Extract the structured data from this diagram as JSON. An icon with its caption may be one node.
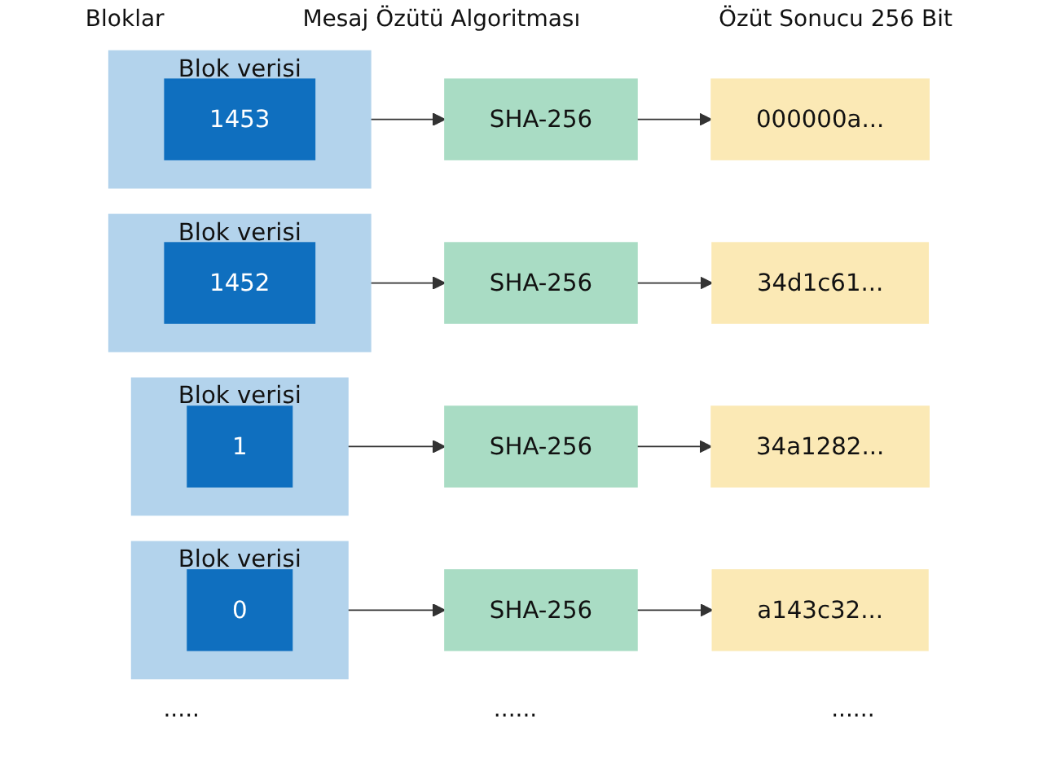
{
  "diagram": {
    "nodes": [
      {
        "text": [
          "Blok verisi"
        ]
      },
      {
        "text": [
          "0"
        ],
        "in": 0
      },
      {
        "text": [
          "SHA-256"
        ]
      },
      {
        "text": [
          "a143c32..."
        ]
      },
      {
        "text": [
          "Blok verisi"
        ]
      },
      {
        "text": [
          "1"
        ],
        "in": 4
      },
      {
        "text": [
          "SHA-256"
        ]
      },
      {
        "text": [
          "34a1282..."
        ]
      },
      {
        "text": [
          "Blok verisi"
        ]
      },
      {
        "text": [
          "1452"
        ],
        "in": 8
      },
      {
        "text": [
          "SHA-256"
        ]
      },
      {
        "text": [
          "34d1c61..."
        ]
      },
      {
        "text": [
          "Blok verisi"
        ]
      },
      {
        "text": [
          "1453"
        ],
        "in": 12
      },
      {
        "text": [
          "SHA-256"
        ]
      },
      {
        "text": [
          "000000a..."
        ]
      }
    ],
    "edges": [
      {
        "from": 0,
        "to": 2,
        "arrow": "to"
      },
      {
        "from": 2,
        "to": 3,
        "arrow": "to"
      },
      {
        "from": 4,
        "to": 6,
        "arrow": "to"
      },
      {
        "from": 6,
        "to": 7,
        "arrow": "to"
      },
      {
        "from": 8,
        "to": 10,
        "arrow": "to"
      },
      {
        "from": 10,
        "to": 11,
        "arrow": "to"
      },
      {
        "from": 12,
        "to": 14,
        "arrow": "to"
      },
      {
        "from": 14,
        "to": 15,
        "arrow": "to"
      }
    ],
    "labels": [
      "Bloklar",
      "Mesaj Özütü Algoritması",
      "Özüt Sonucu 256 Bit",
      ".....",
      "......",
      "......"
    ]
  }
}
